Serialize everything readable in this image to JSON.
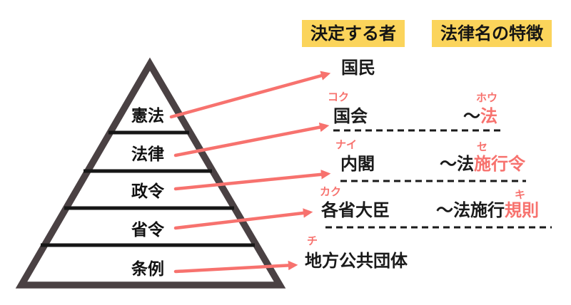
{
  "colors": {
    "accent_pink": "#F7726E",
    "highlight_yellow": "#FBD45B",
    "pyramid_stroke": "#4A4143",
    "divider_black": "#161616",
    "text_black": "#1A1A1A"
  },
  "headers": {
    "decider": "決定する者",
    "law_name_feature": "法律名の特徴"
  },
  "pyramid": {
    "levels": [
      {
        "label": "憲法"
      },
      {
        "label": "法律"
      },
      {
        "label": "政令"
      },
      {
        "label": "省令"
      },
      {
        "label": "条例"
      }
    ]
  },
  "rows": [
    {
      "decider": "国民"
    },
    {
      "decider_kana": "コク",
      "decider": "国会",
      "law_kana": "ホウ",
      "law_black": "～",
      "law_pink": "法"
    },
    {
      "decider_kana": "ナイ",
      "decider": "内閣",
      "law_kana": "セ",
      "law_black": "～法",
      "law_pink": "施行令"
    },
    {
      "decider_kana": "カク",
      "decider": "各省大臣",
      "law_kana": "キ",
      "law_black": "～法施行",
      "law_pink": "規則"
    },
    {
      "decider_kana": "チ",
      "decider": "地方公共団体"
    }
  ]
}
